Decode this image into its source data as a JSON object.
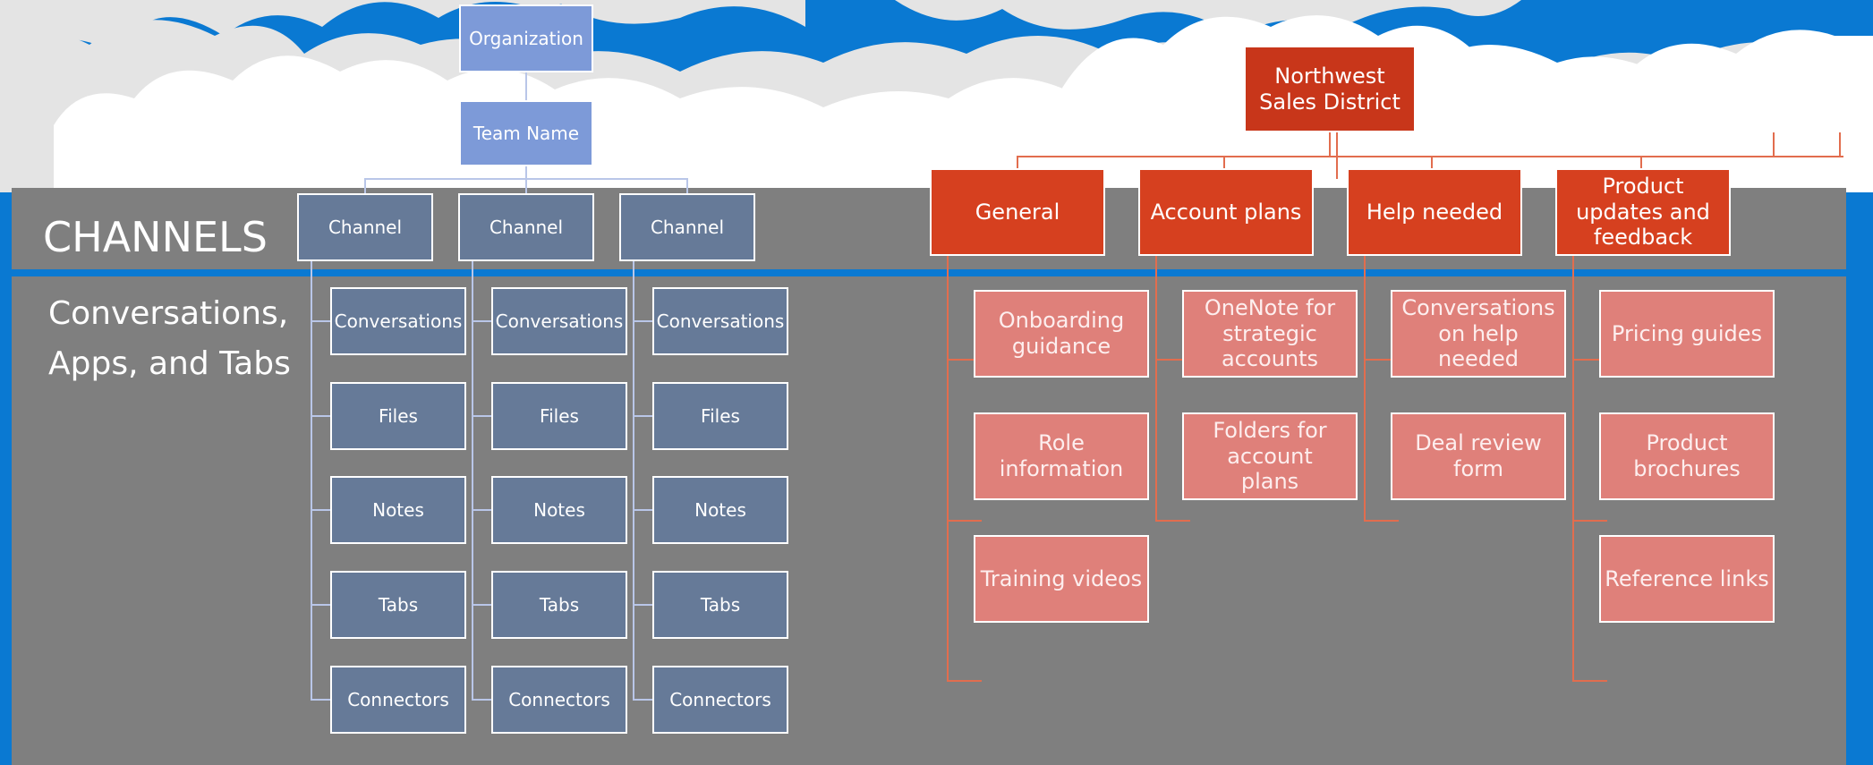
{
  "left_diagram": {
    "section_labels": {
      "channels": "CHANNELS",
      "content_line1": "Conversations,",
      "content_line2": "Apps, and Tabs"
    },
    "root": "Organization",
    "team": "Team Name",
    "channels": [
      {
        "label": "Channel",
        "items": [
          "Conversations",
          "Files",
          "Notes",
          "Tabs",
          "Connectors"
        ]
      },
      {
        "label": "Channel",
        "items": [
          "Conversations",
          "Files",
          "Notes",
          "Tabs",
          "Connectors"
        ]
      },
      {
        "label": "Channel",
        "items": [
          "Conversations",
          "Files",
          "Notes",
          "Tabs",
          "Connectors"
        ]
      }
    ]
  },
  "right_diagram": {
    "root": "Northwest Sales District",
    "channels": [
      {
        "label": "General",
        "items": [
          "Onboarding guidance",
          "Role information",
          "Training videos"
        ]
      },
      {
        "label": "Account plans",
        "items": [
          "OneNote for strategic accounts",
          "Folders for account plans"
        ]
      },
      {
        "label": "Help needed",
        "items": [
          "Conversations on help needed",
          "Deal review form"
        ]
      },
      {
        "label": "Product updates and feedback",
        "items": [
          "Pricing guides",
          "Product brochures",
          "Reference links"
        ]
      }
    ]
  },
  "colors": {
    "sky": "#0a79d2",
    "cloud": "#e6e6e6",
    "panel": "#7f7f7f",
    "blue_box": "#7d9ad8",
    "slate_box": "#667a98",
    "red_header": "#c8361a",
    "red_channel": "#d6401f",
    "pink_item": "#df807a"
  }
}
